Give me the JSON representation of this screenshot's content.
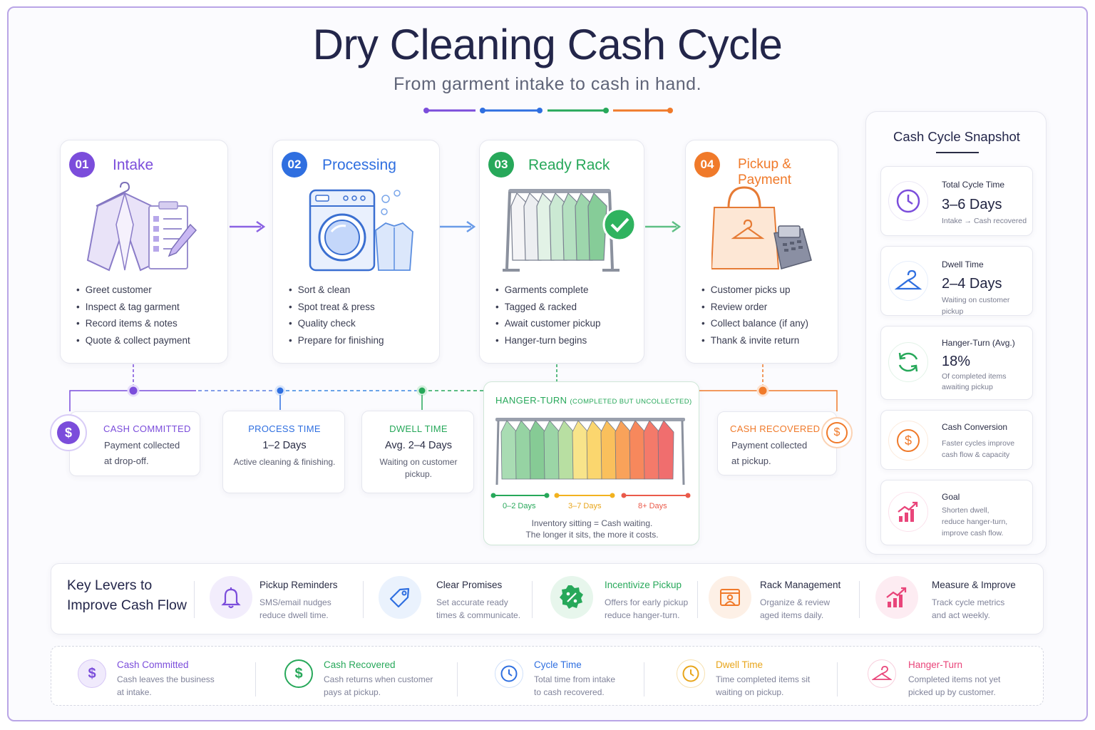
{
  "header": {
    "title": "Dry Cleaning Cash Cycle",
    "subtitle": "From garment intake to cash in hand."
  },
  "colors": {
    "intake": "#7b4ddb",
    "processing": "#2f6fe0",
    "ready": "#27a85a",
    "pickup": "#f07a2a"
  },
  "steps": [
    {
      "num": "01",
      "name": "Intake",
      "icon": "jacket-clipboard-icon",
      "items": [
        "Greet customer",
        "Inspect & tag garment",
        "Record items & notes",
        "Quote & collect payment"
      ]
    },
    {
      "num": "02",
      "name": "Processing",
      "icon": "washing-machine-icon",
      "items": [
        "Sort & clean",
        "Spot treat & press",
        "Quality check",
        "Prepare for finishing"
      ]
    },
    {
      "num": "03",
      "name": "Ready Rack",
      "icon": "garment-rack-icon",
      "items": [
        "Garments complete",
        "Tagged & racked",
        "Await customer pickup",
        "Hanger-turn begins"
      ]
    },
    {
      "num": "04",
      "name": "Pickup & Payment",
      "icon": "shopping-bag-register-icon",
      "items": [
        "Customer picks up",
        "Review order",
        "Collect balance (if any)",
        "Thank & invite return"
      ]
    }
  ],
  "milestones": {
    "cash_committed": {
      "title": "CASH COMMITTED",
      "line1": "Payment collected",
      "line2": "at drop-off."
    },
    "process_time": {
      "title": "PROCESS TIME",
      "value": "1–2 Days",
      "sub": "Active cleaning & finishing."
    },
    "dwell_time": {
      "title": "DWELL TIME",
      "value": "Avg. 2–4 Days",
      "sub1": "Waiting on customer",
      "sub2": "pickup."
    },
    "hanger_turn": {
      "title": "HANGER-TURN",
      "title_note": "(COMPLETED BUT UNCOLLECTED)",
      "ranges": [
        "0–2 Days",
        "3–7 Days",
        "8+ Days"
      ],
      "note1": "Inventory sitting = Cash waiting.",
      "note2": "The longer it sits, the more it costs."
    },
    "cash_recovered": {
      "title": "CASH RECOVERED",
      "line1": "Payment collected",
      "line2": "at pickup."
    }
  },
  "snapshot": {
    "title": "Cash Cycle Snapshot",
    "items": [
      {
        "icon": "clock-icon",
        "title": "Total Cycle Time",
        "value": "3–6 Days",
        "sub": "Intake → Cash recovered"
      },
      {
        "icon": "hanger-icon",
        "title": "Dwell Time",
        "value": "2–4 Days",
        "sub": "Waiting on customer pickup"
      },
      {
        "icon": "refresh-icon",
        "title": "Hanger-Turn (Avg.)",
        "value": "18%",
        "sub1": "Of completed items",
        "sub2": "awaiting pickup"
      },
      {
        "icon": "dollar-icon",
        "title": "Cash Conversion",
        "sub1": "Faster cycles improve",
        "sub2": "cash flow & capacity"
      },
      {
        "icon": "growth-chart-icon",
        "title": "Goal",
        "sub1": "Shorten dwell,",
        "sub2": "reduce hanger-turn,",
        "sub3": "improve cash flow."
      }
    ]
  },
  "levers": {
    "heading1": "Key Levers to",
    "heading2": "Improve Cash Flow",
    "items": [
      {
        "icon": "bell-icon",
        "title": "Pickup Reminders",
        "sub1": "SMS/email nudges",
        "sub2": "reduce dwell time."
      },
      {
        "icon": "tag-icon",
        "title": "Clear Promises",
        "sub1": "Set accurate ready",
        "sub2": "times & communicate."
      },
      {
        "icon": "percent-badge-icon",
        "title": "Incentivize Pickup",
        "sub1": "Offers for early pickup",
        "sub2": "reduce hanger-turn."
      },
      {
        "icon": "rack-person-icon",
        "title": "Rack Management",
        "sub1": "Organize & review",
        "sub2": "aged items daily."
      },
      {
        "icon": "growth-chart-icon",
        "title": "Measure & Improve",
        "sub1": "Track cycle metrics",
        "sub2": "and act weekly."
      }
    ]
  },
  "legend": [
    {
      "icon": "dollar-icon",
      "title": "Cash Committed",
      "sub1": "Cash leaves the business",
      "sub2": "at intake."
    },
    {
      "icon": "dollar-icon",
      "title": "Cash Recovered",
      "sub1": "Cash returns when customer",
      "sub2": "pays at pickup."
    },
    {
      "icon": "clock-icon",
      "title": "Cycle Time",
      "sub1": "Total time from intake",
      "sub2": "to cash recovered."
    },
    {
      "icon": "clock-icon",
      "title": "Dwell Time",
      "sub1": "Time completed items sit",
      "sub2": "waiting on pickup."
    },
    {
      "icon": "hanger-icon",
      "title": "Hanger-Turn",
      "sub1": "Completed items not yet",
      "sub2": "picked up by customer."
    }
  ]
}
